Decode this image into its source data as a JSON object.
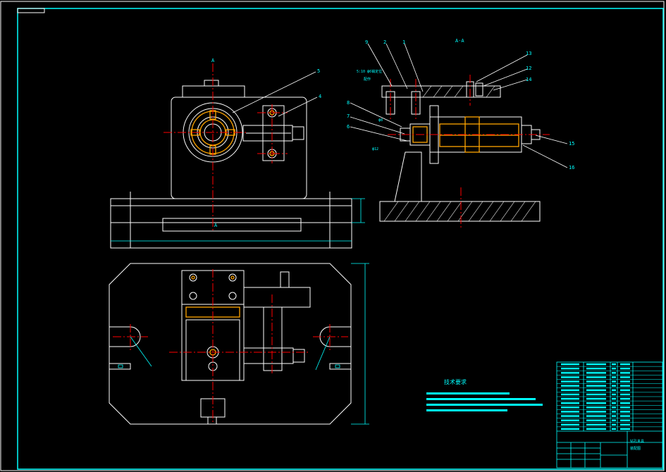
{
  "drawing": {
    "colors": {
      "background": "#000000",
      "outline": "#ffffff",
      "frame": "#00ffff",
      "centerline": "#ff0000",
      "part_highlight": "#ffa500",
      "dimension": "#00ffff",
      "leader_label": "#00ffff"
    },
    "corner_tab": "",
    "front_view": {
      "section_marker": "A",
      "bottom_marker": "A",
      "dim_height": "",
      "dim_width": ""
    },
    "section_view": {
      "title": "A-A",
      "note_lines": [
        "5:10 ф6销定位",
        "配作"
      ],
      "fit_labels": [
        "ф8",
        "ф12"
      ],
      "balloons": [
        "9",
        "2",
        "1",
        "13",
        "12",
        "14",
        "8",
        "7",
        "6",
        "15",
        "16"
      ]
    },
    "front_balloons": [
      "5",
      "4"
    ],
    "tech_requirements": {
      "title": "技术要求",
      "line_count": 4
    },
    "title_block": {
      "part_name_line1": "钻孔夹具",
      "part_name_line2": "装配图",
      "bom_rows": 16
    }
  }
}
